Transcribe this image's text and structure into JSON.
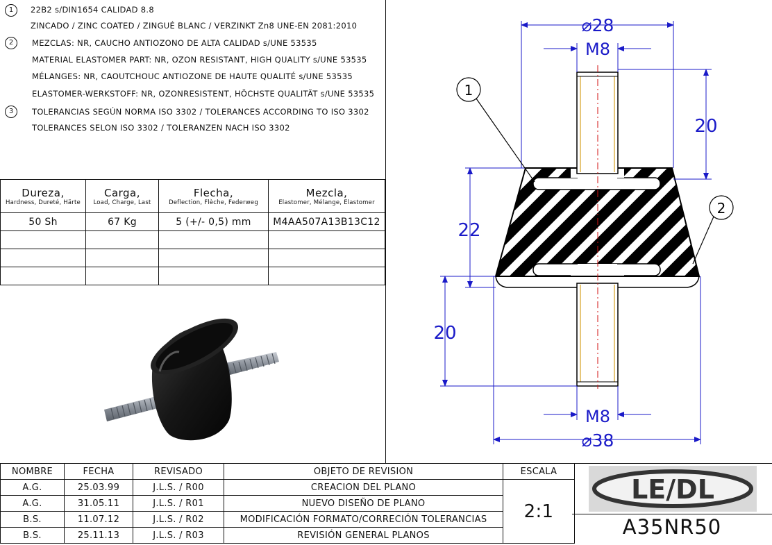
{
  "notes": [
    {
      "num": "1",
      "lines": [
        "22B2 s/DIN1654 CALIDAD 8.8",
        "ZINCADO / ZINC COATED / ZINGUÉ BLANC / VERZINKT  Zn8 UNE-EN 2081:2010"
      ]
    },
    {
      "num": "2",
      "lines": [
        "MEZCLAS: NR, CAUCHO ANTIOZONO DE ALTA CALIDAD s/UNE 53535",
        "MATERIAL ELASTOMER PART: NR, OZON RESISTANT, HIGH QUALITY s/UNE 53535",
        "MÉLANGES: NR, CAOUTCHOUC ANTIOZONE DE HAUTE QUALITÉ s/UNE 53535",
        "ELASTOMER-WERKSTOFF: NR, OZONRESISTENT, HÖCHSTE QUALITÄT s/UNE 53535"
      ]
    },
    {
      "num": "3",
      "lines": [
        "TOLERANCIAS SEGÚN NORMA ISO 3302 / TOLERANCES ACCORDING TO ISO 3302",
        "TOLERANCES SELON ISO 3302 / TOLERANZEN NACH ISO 3302"
      ]
    }
  ],
  "properties": {
    "headers": [
      {
        "main": "Dureza,",
        "sub": "Hardness, Dureté, Härte"
      },
      {
        "main": "Carga,",
        "sub": "Load, Charge, Last"
      },
      {
        "main": "Flecha,",
        "sub": "Deflection, Flèche, Federweg"
      },
      {
        "main": "Mezcla,",
        "sub": "Elastomer, Mélange, Elastomer"
      }
    ],
    "values": [
      "50 Sh",
      "67 Kg",
      "5 (+/- 0,5) mm",
      "M4AA507A13B13C12"
    ]
  },
  "revisions": {
    "headers": [
      "NOMBRE",
      "FECHA",
      "REVISADO",
      "OBJETO DE REVISION",
      "ESCALA"
    ],
    "rows": [
      [
        "A.G.",
        "25.03.99",
        "J.L.S. / R00",
        "CREACION DEL PLANO"
      ],
      [
        "A.G.",
        "31.05.11",
        "J.L.S. / R01",
        "NUEVO DISEÑO DE PLANO"
      ],
      [
        "B.S.",
        "11.07.12",
        "J.L.S. / R02",
        "MODIFICACIÓN FORMATO/CORRECIÓN TOLERANCIAS"
      ],
      [
        "B.S.",
        "25.11.13",
        "J.L.S. / R03",
        "REVISIÓN GENERAL PLANOS"
      ]
    ],
    "scale": "2:1"
  },
  "logo_text": "LE/DL",
  "part_number": "A35NR50",
  "drawing": {
    "dims": {
      "top_diameter": "⌀28",
      "thread_top": "M8",
      "stud_top_length": "20",
      "body_height": "22",
      "stud_bottom_length": "20",
      "thread_bottom": "M8",
      "bottom_diameter": "⌀38"
    },
    "callouts": [
      "1",
      "2"
    ]
  },
  "colors": {
    "dimension": "#1a1ac8",
    "centerline": "#d01010",
    "stud_edge": "#d4a020"
  }
}
